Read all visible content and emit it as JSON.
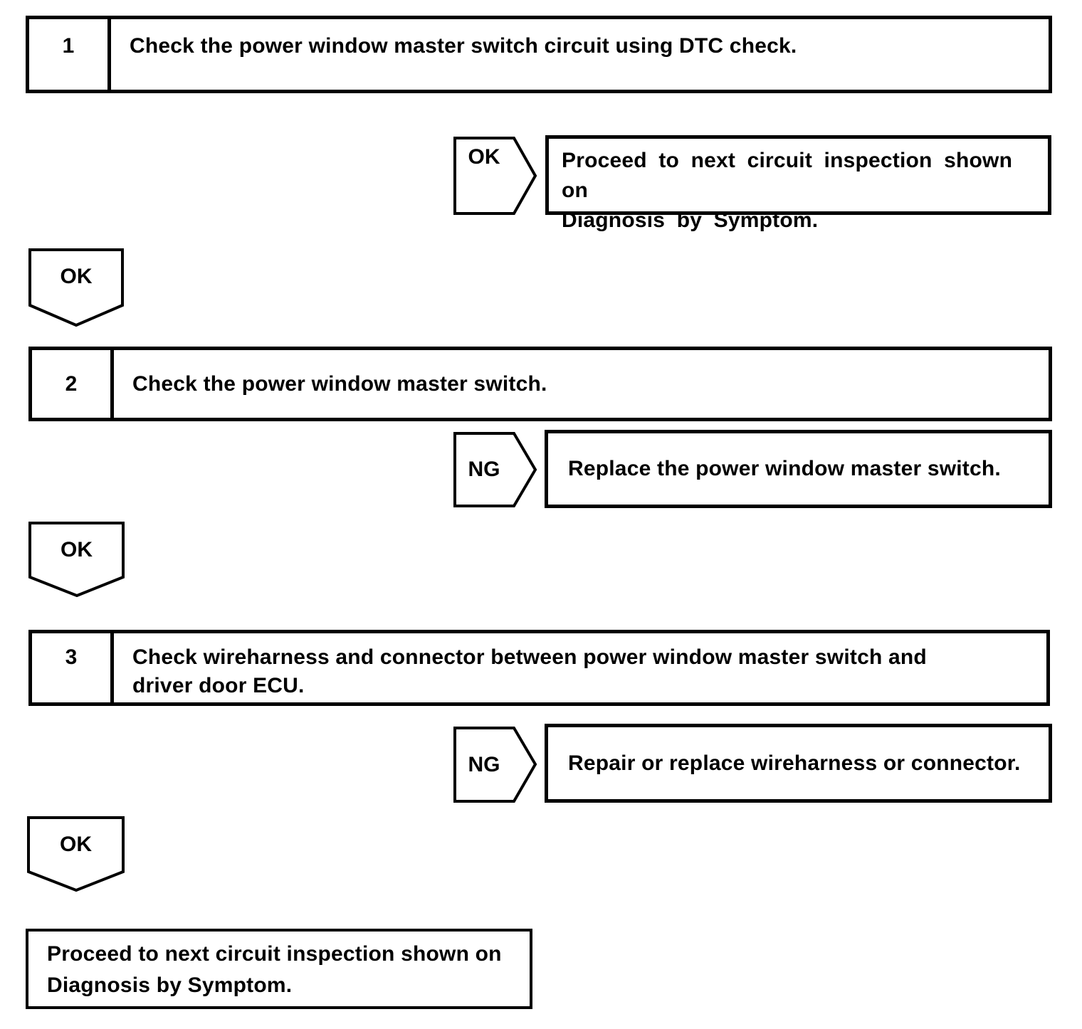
{
  "page": {
    "paper_color": "#ffffff",
    "ink_color": "#000000"
  },
  "flowchart": {
    "steps": [
      {
        "number": "1",
        "instruction": "Check the power window master switch circuit using DTC check."
      },
      {
        "number": "2",
        "instruction": "Check the power window master switch."
      },
      {
        "number": "3",
        "instruction": [
          "Check wireharness and connector between power window master switch and",
          "driver door ECU."
        ]
      }
    ],
    "branches": [
      {
        "label": "OK",
        "result": [
          "Proceed to next circuit inspection shown on",
          "Diagnosis by Symptom."
        ]
      },
      {
        "label": "NG",
        "result": "Replace the power window master switch."
      },
      {
        "label": "NG",
        "result": "Repair or replace wireharness or connector."
      }
    ],
    "connectors": [
      {
        "label": "OK"
      },
      {
        "label": "OK"
      },
      {
        "label": "OK"
      }
    ],
    "terminal": [
      "Proceed to next circuit inspection shown on",
      "Diagnosis by Symptom."
    ]
  }
}
